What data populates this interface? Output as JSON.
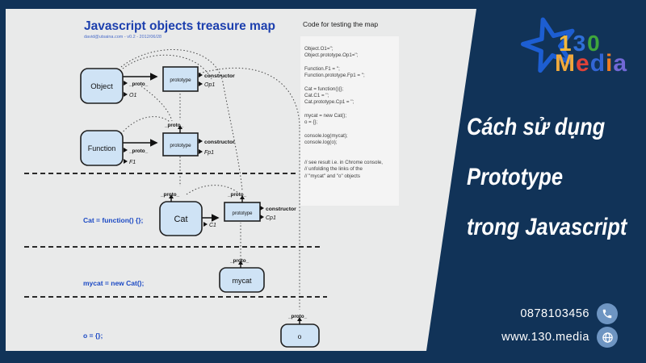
{
  "diagram": {
    "title": "Javascript objects treasure map",
    "subtitle": "david@utsaina.com - v0.2 - 2012/06/28",
    "boxes": {
      "object": "Object",
      "function": "Function",
      "cat": "Cat",
      "mycat": "mycat",
      "o": "o",
      "prototype": "prototype"
    },
    "labels": {
      "proto": "_proto_",
      "constructor": "constructor",
      "o1": "O1",
      "op1": "Op1",
      "f1": "F1",
      "fp1": "Fp1",
      "c1": "C1",
      "cp1": "Cp1"
    },
    "statements": {
      "cat": "Cat = function() {};",
      "mycat": "mycat = new Cat();",
      "o": "o = {};"
    }
  },
  "code": {
    "title": "Code for testing the map",
    "lines": [
      "Object.O1='';",
      "Object.prototype.Op1='';",
      "",
      "Function.F1 = '';",
      "Function.prototype.Fp1 = '';",
      "",
      "Cat = function(){};",
      "Cat.C1 = '';",
      "Cat.prototype.Cp1 = '';",
      "",
      "mycat = new Cat();",
      "o = {};",
      "",
      "console.log(mycat);",
      "console.log(o);",
      "",
      "",
      "// see result i.e. in Chrome console,",
      "// unfolding the links of the",
      "// \"mycat\" and \"o\" objects"
    ]
  },
  "headline": {
    "line1": "Cách sử dụng",
    "line2": "Prototype",
    "line3": "trong Javascript"
  },
  "brand": {
    "number": [
      {
        "ch": "1",
        "color": "#f5b93a"
      },
      {
        "ch": "3",
        "color": "#2f6fd8"
      },
      {
        "ch": "0",
        "color": "#3fa63c"
      }
    ],
    "word": [
      {
        "ch": "M",
        "color": "#f0a93c"
      },
      {
        "ch": "e",
        "color": "#e04238"
      },
      {
        "ch": "d",
        "color": "#3365d4"
      },
      {
        "ch": "i",
        "color": "#f07c22"
      },
      {
        "ch": "a",
        "color": "#7168d6"
      }
    ],
    "star_color": "#1d5ed2",
    "phone": "0878103456",
    "website": "www.130.media"
  },
  "colors": {
    "background": "#113358",
    "panel": "#e9eaea",
    "box_fill": "#cfe3f5",
    "title_blue": "#1c3fae",
    "statement_blue": "#1b49c4",
    "icon_circle": "#6e95c2"
  }
}
